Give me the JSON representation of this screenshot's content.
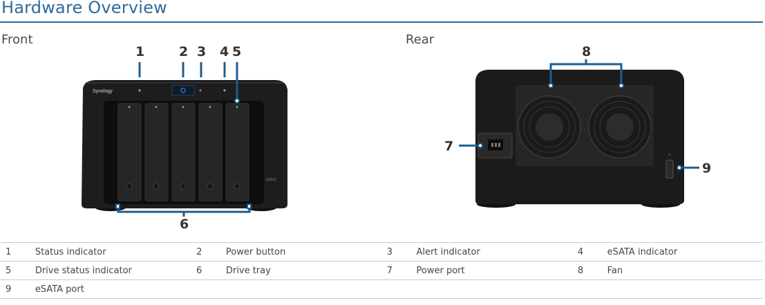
{
  "title": "Hardware Overview",
  "sections": {
    "front": "Front",
    "rear": "Rear"
  },
  "front_callouts": [
    "1",
    "2",
    "3",
    "4",
    "5",
    "6"
  ],
  "rear_callouts": [
    "8",
    "7",
    "9"
  ],
  "device": {
    "brand": "Synology",
    "model": "DX517"
  },
  "legend": [
    [
      {
        "n": "1",
        "label": "Status indicator"
      },
      {
        "n": "2",
        "label": "Power button"
      },
      {
        "n": "3",
        "label": "Alert indicator"
      },
      {
        "n": "4",
        "label": "eSATA indicator"
      }
    ],
    [
      {
        "n": "5",
        "label": "Drive status indicator"
      },
      {
        "n": "6",
        "label": "Drive tray"
      },
      {
        "n": "7",
        "label": "Power port"
      },
      {
        "n": "8",
        "label": "Fan"
      }
    ],
    [
      {
        "n": "9",
        "label": "eSATA port"
      },
      {
        "n": "",
        "label": ""
      },
      {
        "n": "",
        "label": ""
      },
      {
        "n": "",
        "label": ""
      }
    ]
  ],
  "colors": {
    "accent": "#2f6a9a",
    "device_body": "#1b1b1b"
  }
}
